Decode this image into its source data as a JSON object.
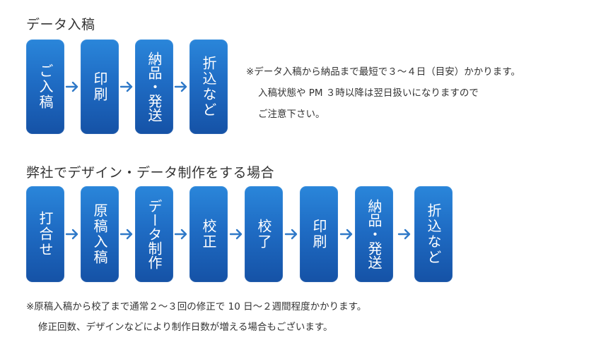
{
  "section1": {
    "title": "データ入稿",
    "steps": [
      "ご入稿",
      "印刷",
      "納品・発送",
      "折込など"
    ],
    "notes": [
      "※データ入稿から納品まで最短で３〜４日（目安）かかります。",
      "入稿状態や PM ３時以降は翌日扱いになりますので",
      "ご注意下さい。"
    ]
  },
  "section2": {
    "title": "弊社でデザイン・データ制作をする場合",
    "steps": [
      "打合せ",
      "原稿入稿",
      "データ制作",
      "校正",
      "校了",
      "印刷",
      "納品・発送",
      "折込など"
    ],
    "notes": [
      "※原稿入稿から校了まで通常２〜３回の修正で 10 日〜２週間程度かかります。",
      "修正回数、デザインなどにより制作日数が増える場合もございます。"
    ]
  },
  "colors": {
    "box_top": "#2a86da",
    "box_bottom": "#1552a6",
    "arrow": "#2f79c8",
    "text": "#333333"
  }
}
